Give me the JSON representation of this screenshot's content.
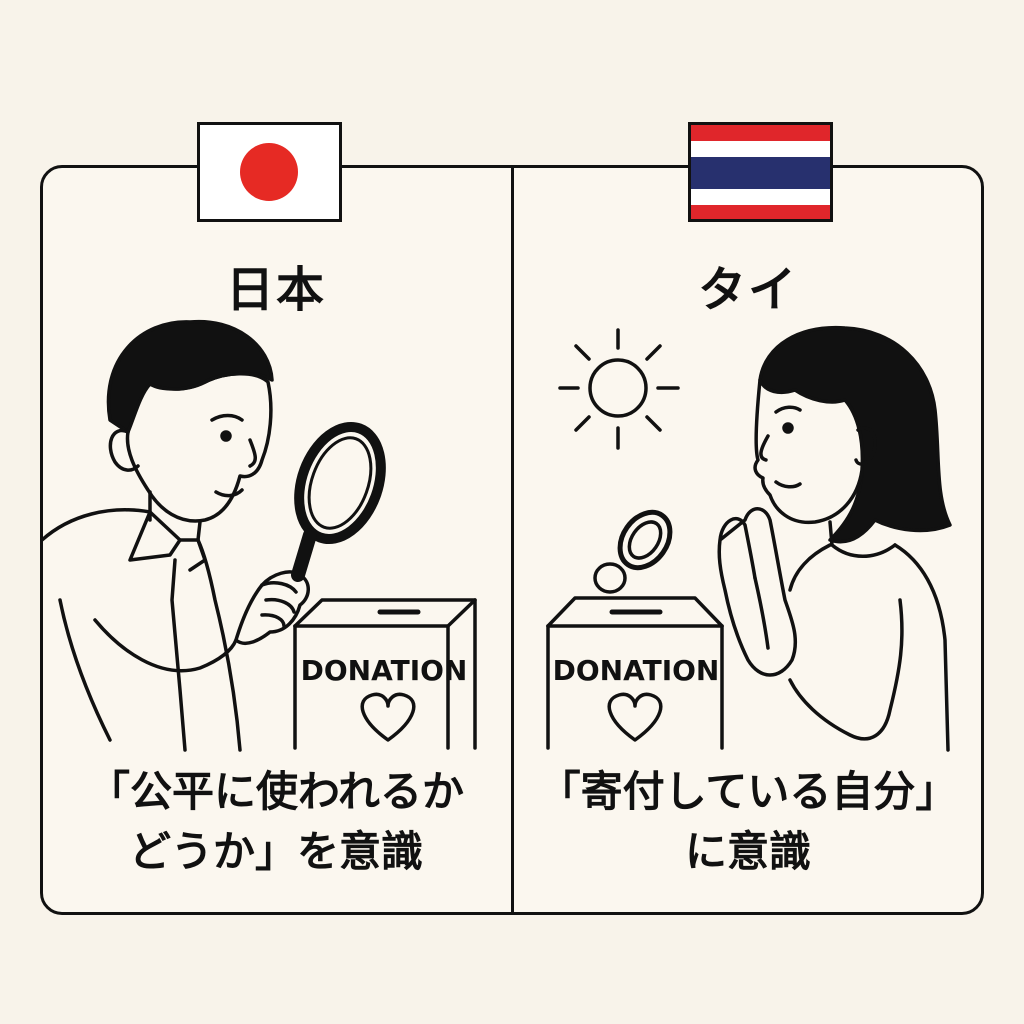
{
  "left_panel": {
    "country": "日本",
    "flag": "japan-flag",
    "box_label": "DONATION",
    "caption_lines": [
      "「公平に使われるか",
      "どうか」を意識"
    ]
  },
  "right_panel": {
    "country": "タイ",
    "flag": "thailand-flag",
    "box_label": "DONATION",
    "caption_lines": [
      "「寄付している自分」",
      "に意識"
    ]
  },
  "colors": {
    "background": "#f8f3ea",
    "japan_red": "#e62a24",
    "thai_red": "#e0262b",
    "thai_blue": "#27306e",
    "ink": "#111111"
  }
}
